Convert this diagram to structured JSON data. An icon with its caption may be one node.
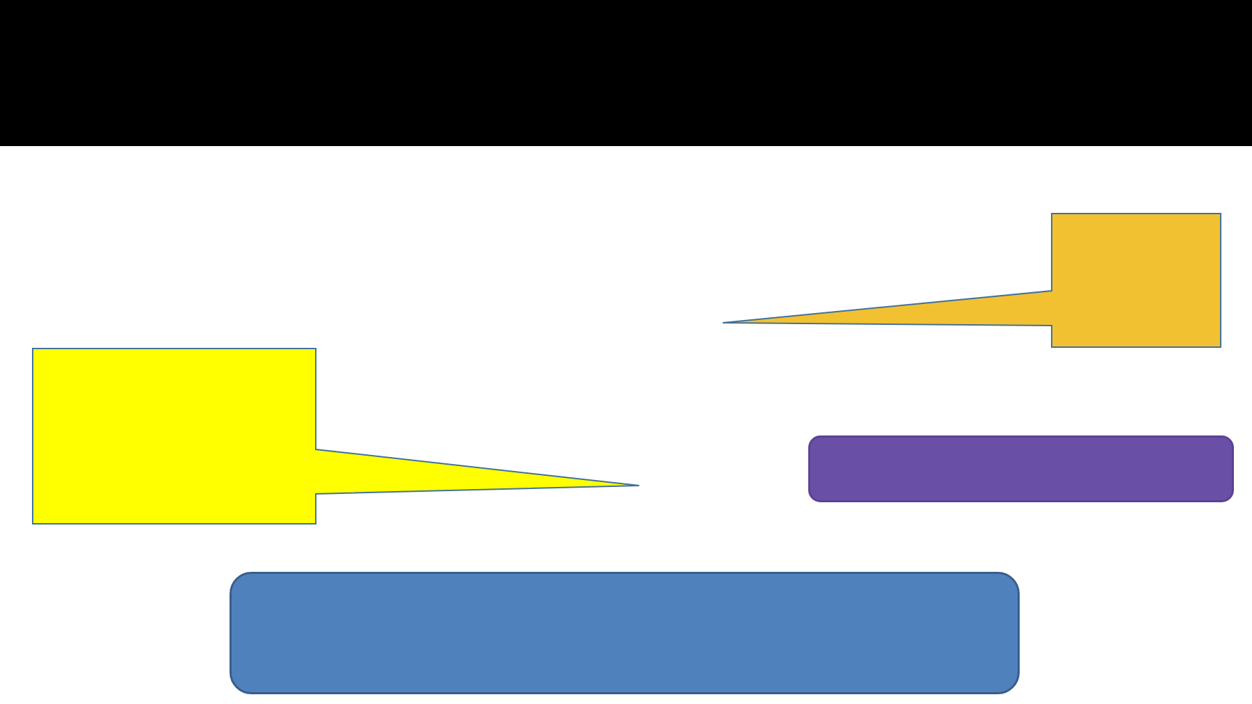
{
  "diagram": {
    "nodes": [
      {
        "text": [],
        "shape": "bar"
      },
      {
        "text": [],
        "shape": "callout"
      },
      {
        "text": [],
        "shape": "callout"
      },
      {
        "text": [],
        "shape": "box"
      },
      {
        "text": [],
        "shape": "box"
      }
    ]
  }
}
